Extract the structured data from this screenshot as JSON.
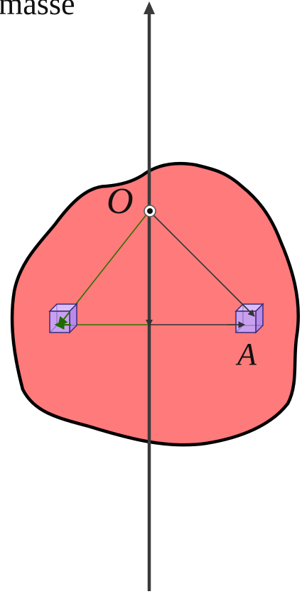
{
  "labels": {
    "axis_label": "masse",
    "point_O": "O",
    "point_A": "A"
  },
  "colors": {
    "body_fill": "#ff7a7a",
    "body_stroke": "#000000",
    "axis": "#3a3a3a",
    "vector_dark": "#333333",
    "vector_green": "#2f6f00",
    "arrowhead_green": "#1f6b00",
    "cube_fill": "#c9a0f0",
    "cube_top": "#dcbcf7",
    "cube_stroke": "#3a2a7a"
  }
}
